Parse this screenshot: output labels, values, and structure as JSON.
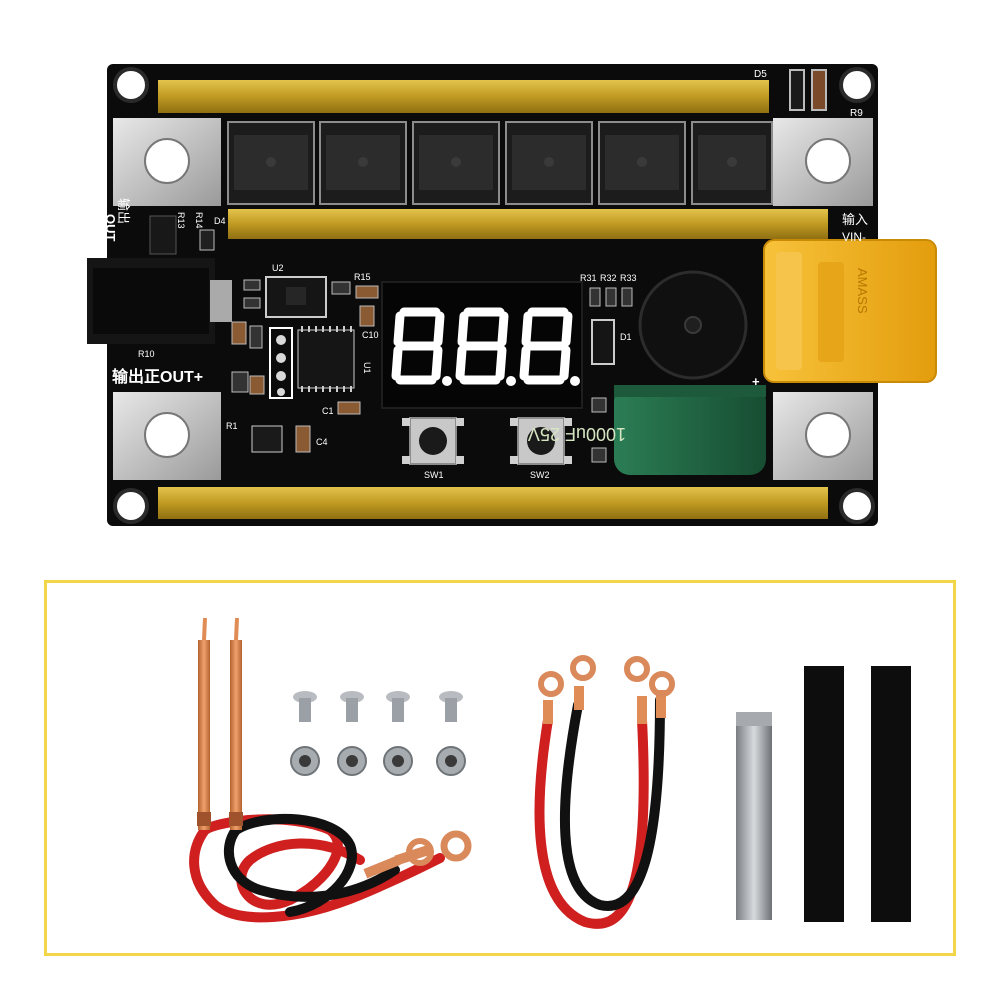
{
  "board": {
    "labels": {
      "d5": "D5",
      "r9": "R9",
      "out_cn": "输出",
      "out_en": "OUT",
      "in_cn": "输入",
      "vin": "VIN-",
      "u2": "U2",
      "r15": "R15",
      "r31": "R31",
      "r32": "R32",
      "r33": "R33",
      "d1": "D1",
      "d4": "D4",
      "r13": "R13",
      "r14": "R14",
      "r10": "R10",
      "c10": "C10",
      "c1": "C1",
      "c4": "C4",
      "r1": "R1",
      "u1": "U1",
      "sw1": "SW1",
      "sw2": "SW2",
      "output_positive": "输出正OUT+",
      "plus": "+"
    },
    "display_digits": "8.8.8.",
    "capacitor_text": "1000uF 25V",
    "connector_text": "AMASS",
    "colors": {
      "pcb": "#0b0b0b",
      "gold_bar": "#c9a72c",
      "xt60": "#f2b21b",
      "capacitor": "#1f6b45"
    }
  },
  "accessories": {
    "border_color": "#f2d648"
  }
}
